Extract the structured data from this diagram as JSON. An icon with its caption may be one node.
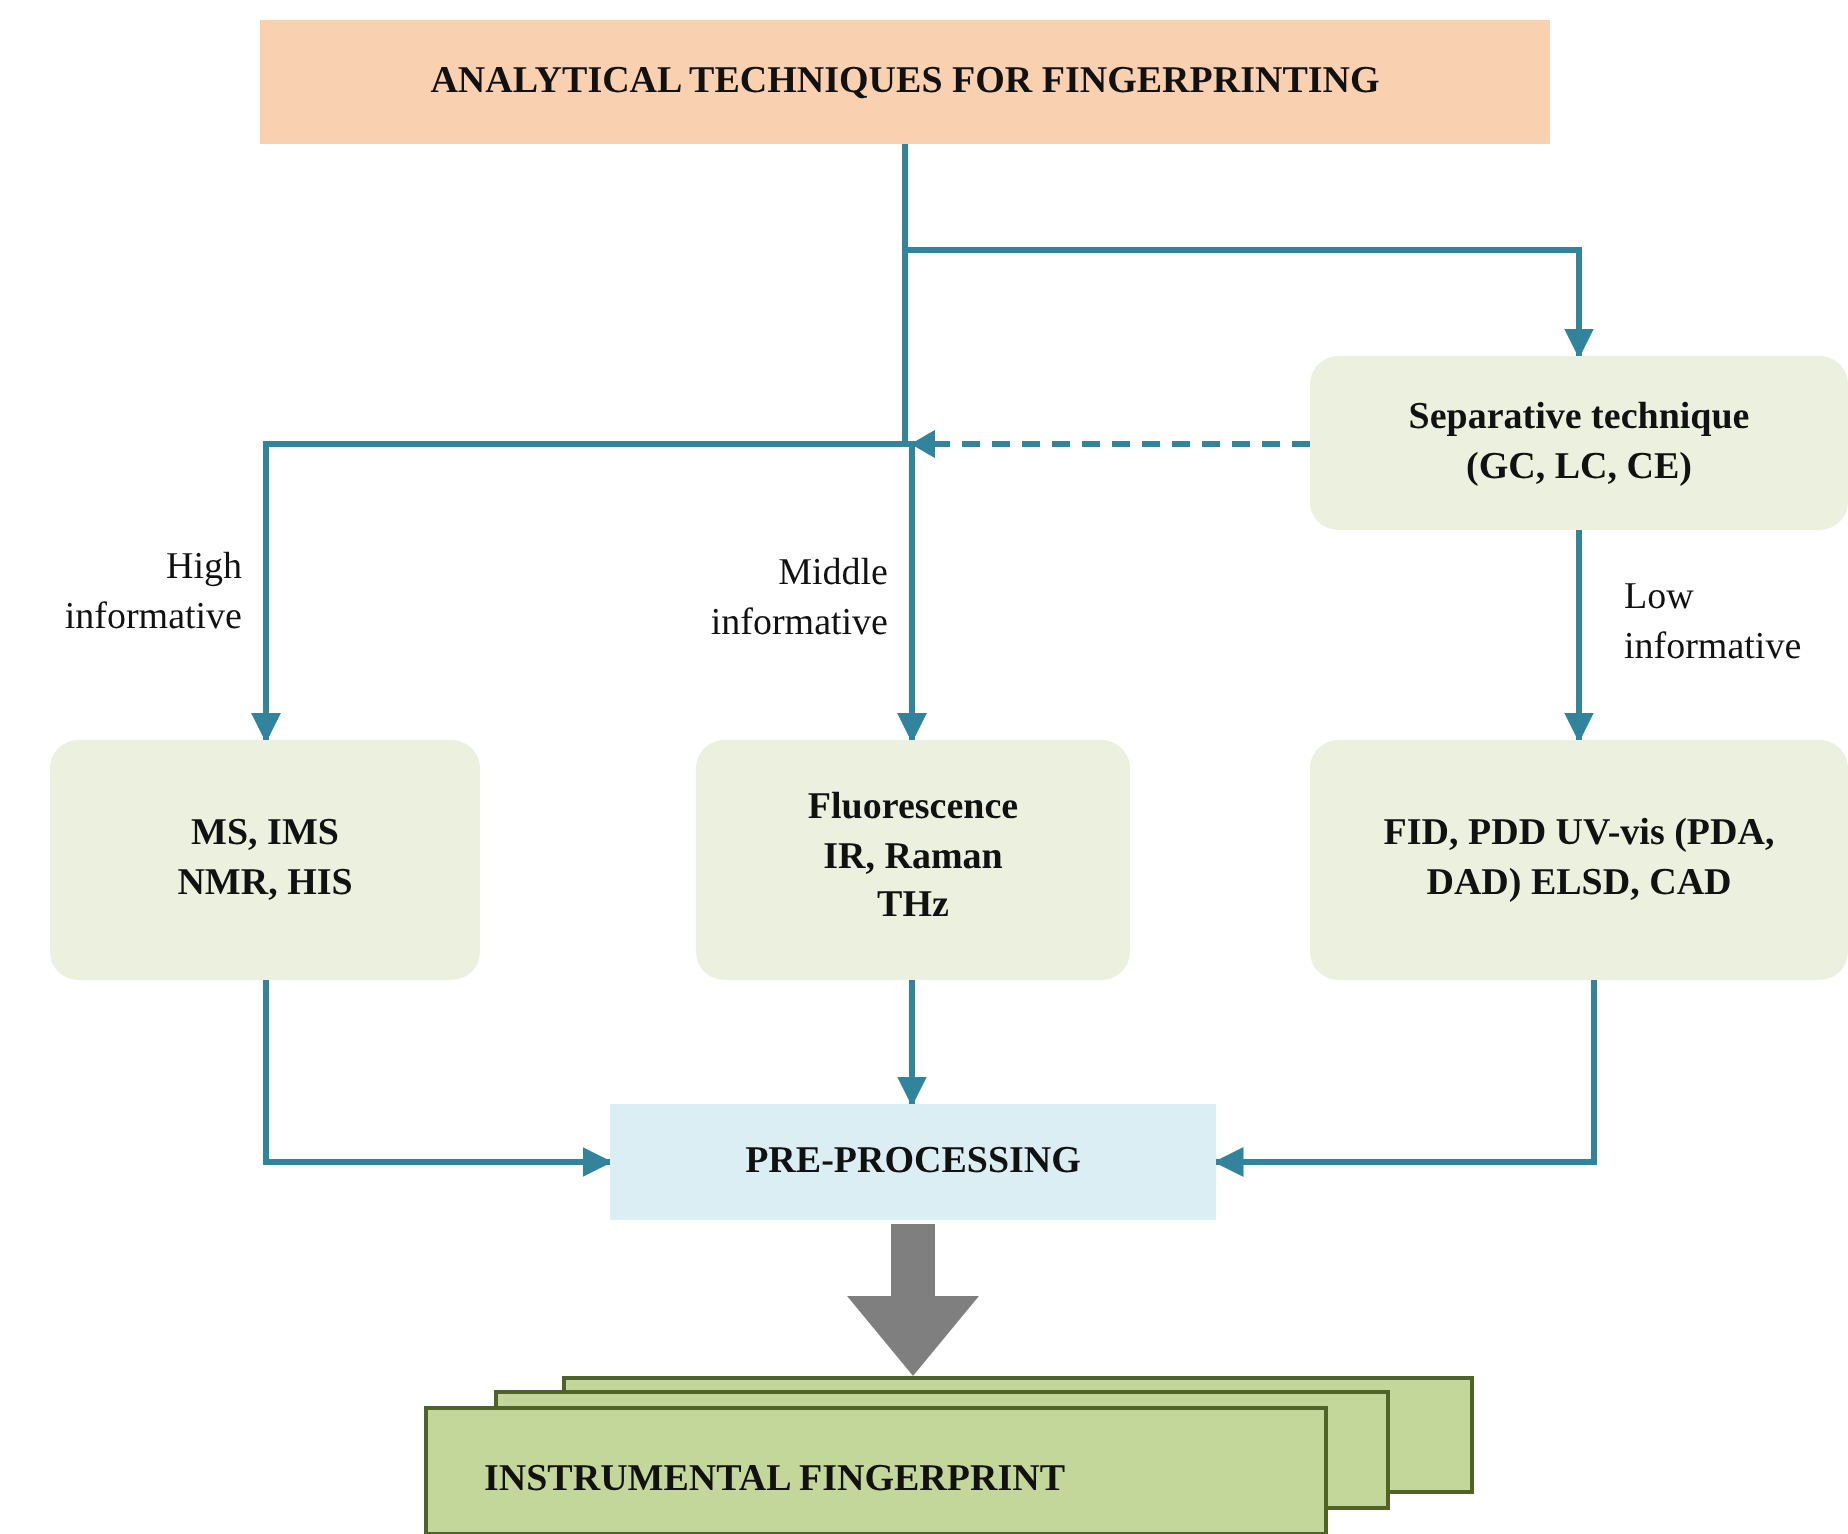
{
  "diagram": {
    "nodes": [
      {
        "text": [
          "ANALYTICAL TECHNIQUES FOR FINGERPRINTING"
        ]
      },
      {
        "text": [
          "Separative technique (GC, LC, CE)"
        ]
      },
      {
        "text": [
          "MS, IMS NMR, HIS"
        ]
      },
      {
        "text": [
          "Fluorescence IR, Raman THz"
        ]
      },
      {
        "text": [
          "FID, PDD UV-vis (PDA, DAD) ELSD, CAD"
        ]
      },
      {
        "text": [
          "PRE-PROCESSING"
        ]
      },
      {
        "text": [
          "INSTRUMENTAL FINGERPRINT"
        ]
      }
    ],
    "edges": [
      {
        "from": 0,
        "to": 1,
        "arrow": "to"
      },
      {
        "from": 0,
        "to": 2,
        "arrow": "to",
        "label": "High informative"
      },
      {
        "from": 0,
        "to": 3,
        "arrow": "to",
        "label": "Middle informative"
      },
      {
        "from": 1,
        "to": 2,
        "arrow": "to",
        "style": "dashed"
      },
      {
        "from": 1,
        "to": 3,
        "arrow": "to",
        "style": "dashed"
      },
      {
        "from": 1,
        "to": 4,
        "arrow": "to",
        "label": "Low informative"
      },
      {
        "from": 2,
        "to": 5,
        "arrow": "to"
      },
      {
        "from": 3,
        "to": 5,
        "arrow": "to"
      },
      {
        "from": 4,
        "to": 5,
        "arrow": "to"
      },
      {
        "from": 5,
        "to": 6,
        "arrow": "to",
        "style": "thick",
        "color": "#7f7f7f"
      }
    ]
  }
}
